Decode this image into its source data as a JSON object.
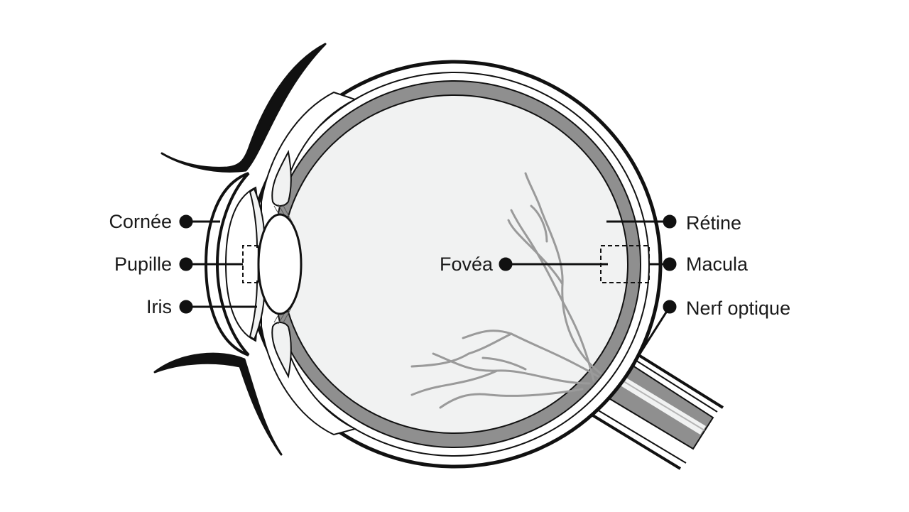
{
  "labels": {
    "cornea": "Cornée",
    "pupil": "Pupille",
    "iris": "Iris",
    "fovea": "Fovéa",
    "retina": "Rétine",
    "macula": "Macula",
    "optic_nerve": "Nerf optique"
  },
  "colors": {
    "outline": "#111111",
    "retina": "#8f8f8f",
    "vitreous": "#f1f2f2",
    "sclera": "#ffffff",
    "vessels": "#9a9a9a",
    "lens": "#ffffff"
  }
}
